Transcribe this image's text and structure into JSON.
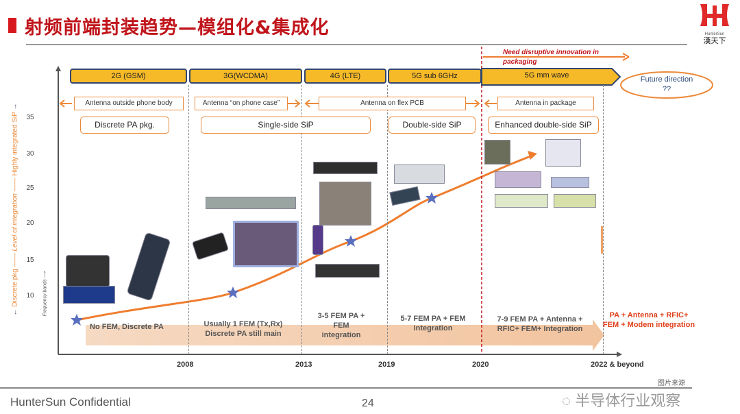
{
  "title": "射频前端封装趋势—模组化&集成化",
  "logo": {
    "brand": "HunterSun",
    "cn": "漢天下"
  },
  "generations": [
    "2G (GSM)",
    "3G(WCDMA)",
    "4G (LTE)",
    "5G sub 6GHz",
    "5G mm wave"
  ],
  "future": "Future direction ??",
  "innovation_note": "Need disruptive innovation in packaging",
  "antenna": [
    "Antenna outside phone body",
    "Antenna “on phone case”",
    "Antenna on flex PCB",
    "Antenna in package"
  ],
  "packaging": [
    "Discrete PA pkg.",
    "Single-side SiP",
    "Double-side SiP",
    "Enhanced double-side SiP"
  ],
  "y_axis": {
    "label_top": "Highly integrated SiP",
    "label_mid": "Level of integration",
    "label_bottom": "Discrete pkg",
    "sub_label": "Frequency bands",
    "ticks": [
      "35",
      "30",
      "25",
      "20",
      "15",
      "10"
    ]
  },
  "years": [
    "2008",
    "2013",
    "2019",
    "2020",
    "2022 & beyond"
  ],
  "integration": [
    "No FEM, Discrete PA",
    "Usually 1 FEM (Tx,Rx) Discrete PA still main",
    "3-5 FEM PA + FEM integration",
    "5-7 FEM PA + FEM integration",
    "7-9 FEM PA + Antenna + RFIC+ FEM+ Integration",
    "PA + Antenna + RFIC+ FEM + Modem integration"
  ],
  "footer": {
    "confidential": "HunterSun Confidential",
    "page": "24",
    "watermark": "半导体行业观察",
    "source": "图片来源"
  },
  "colors": {
    "title": "#c0141b",
    "gen_bar": "#f6b928",
    "accent": "#ec8a3a",
    "curve": "#ef7d2e",
    "star": "#5b6fbf"
  }
}
